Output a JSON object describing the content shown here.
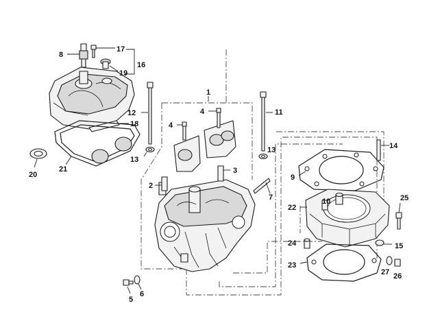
{
  "callouts": {
    "c1": "1",
    "c2": "2",
    "c3": "3",
    "c4a": "4",
    "c4b": "4",
    "c5": "5",
    "c6": "6",
    "c7": "7",
    "c8": "8",
    "c9": "9",
    "c10": "10",
    "c11": "11",
    "c12": "12",
    "c13a": "13",
    "c13b": "13",
    "c14": "14",
    "c15": "15",
    "c16": "16",
    "c17": "17",
    "c18": "18",
    "c19": "19",
    "c20": "20",
    "c21": "21",
    "c22": "22",
    "c23": "23",
    "c24": "24",
    "c25": "25",
    "c26": "26",
    "c27": "27"
  }
}
